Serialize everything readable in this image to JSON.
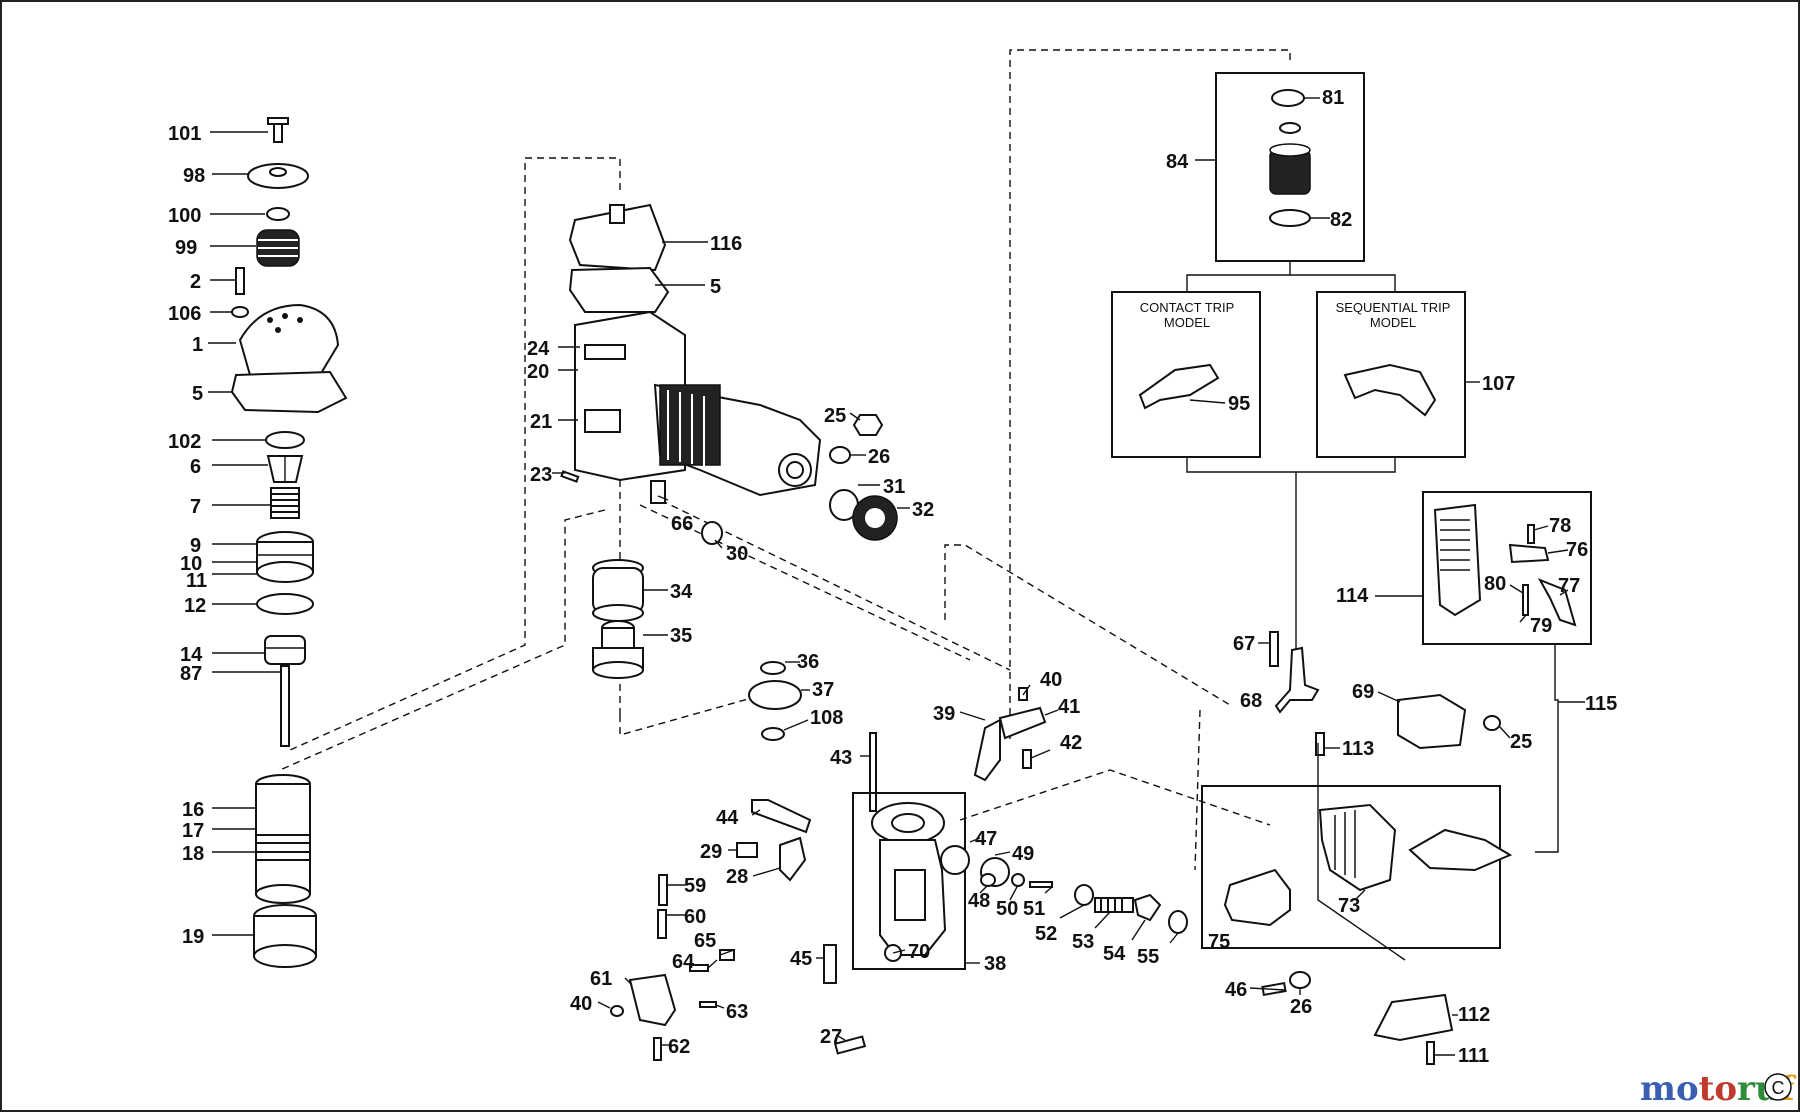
{
  "diagram": {
    "labels": [
      {
        "id": "101",
        "text": "101"
      },
      {
        "id": "98",
        "text": "98"
      },
      {
        "id": "100",
        "text": "100"
      },
      {
        "id": "99",
        "text": "99"
      },
      {
        "id": "2",
        "text": "2"
      },
      {
        "id": "106",
        "text": "106"
      },
      {
        "id": "1",
        "text": "1"
      },
      {
        "id": "5a",
        "text": "5"
      },
      {
        "id": "102",
        "text": "102"
      },
      {
        "id": "6",
        "text": "6"
      },
      {
        "id": "7",
        "text": "7"
      },
      {
        "id": "9",
        "text": "9"
      },
      {
        "id": "10",
        "text": "10"
      },
      {
        "id": "11",
        "text": "11"
      },
      {
        "id": "12",
        "text": "12"
      },
      {
        "id": "14",
        "text": "14"
      },
      {
        "id": "87",
        "text": "87"
      },
      {
        "id": "16",
        "text": "16"
      },
      {
        "id": "17",
        "text": "17"
      },
      {
        "id": "18",
        "text": "18"
      },
      {
        "id": "19",
        "text": "19"
      },
      {
        "id": "116",
        "text": "116"
      },
      {
        "id": "5b",
        "text": "5"
      },
      {
        "id": "24",
        "text": "24"
      },
      {
        "id": "20",
        "text": "20"
      },
      {
        "id": "21",
        "text": "21"
      },
      {
        "id": "23",
        "text": "23"
      },
      {
        "id": "66",
        "text": "66"
      },
      {
        "id": "30",
        "text": "30"
      },
      {
        "id": "25a",
        "text": "25"
      },
      {
        "id": "26a",
        "text": "26"
      },
      {
        "id": "31",
        "text": "31"
      },
      {
        "id": "32",
        "text": "32"
      },
      {
        "id": "34",
        "text": "34"
      },
      {
        "id": "35",
        "text": "35"
      },
      {
        "id": "36",
        "text": "36"
      },
      {
        "id": "37",
        "text": "37"
      },
      {
        "id": "108",
        "text": "108"
      },
      {
        "id": "43",
        "text": "43"
      },
      {
        "id": "44",
        "text": "44"
      },
      {
        "id": "29",
        "text": "29"
      },
      {
        "id": "28",
        "text": "28"
      },
      {
        "id": "59",
        "text": "59"
      },
      {
        "id": "60",
        "text": "60"
      },
      {
        "id": "65",
        "text": "65"
      },
      {
        "id": "64",
        "text": "64"
      },
      {
        "id": "61",
        "text": "61"
      },
      {
        "id": "40a",
        "text": "40"
      },
      {
        "id": "63",
        "text": "63"
      },
      {
        "id": "62",
        "text": "62"
      },
      {
        "id": "45",
        "text": "45"
      },
      {
        "id": "27",
        "text": "27"
      },
      {
        "id": "70",
        "text": "70"
      },
      {
        "id": "38",
        "text": "38"
      },
      {
        "id": "47",
        "text": "47"
      },
      {
        "id": "49",
        "text": "49"
      },
      {
        "id": "48",
        "text": "48"
      },
      {
        "id": "50",
        "text": "50"
      },
      {
        "id": "51",
        "text": "51"
      },
      {
        "id": "52",
        "text": "52"
      },
      {
        "id": "53",
        "text": "53"
      },
      {
        "id": "54",
        "text": "54"
      },
      {
        "id": "55",
        "text": "55"
      },
      {
        "id": "40b",
        "text": "40"
      },
      {
        "id": "41",
        "text": "41"
      },
      {
        "id": "39",
        "text": "39"
      },
      {
        "id": "42",
        "text": "42"
      },
      {
        "id": "81",
        "text": "81"
      },
      {
        "id": "84",
        "text": "84"
      },
      {
        "id": "82",
        "text": "82"
      },
      {
        "id": "95",
        "text": "95"
      },
      {
        "id": "107",
        "text": "107"
      },
      {
        "id": "78",
        "text": "78"
      },
      {
        "id": "76",
        "text": "76"
      },
      {
        "id": "114",
        "text": "114"
      },
      {
        "id": "80",
        "text": "80"
      },
      {
        "id": "77",
        "text": "77"
      },
      {
        "id": "79",
        "text": "79"
      },
      {
        "id": "67",
        "text": "67"
      },
      {
        "id": "68",
        "text": "68"
      },
      {
        "id": "69",
        "text": "69"
      },
      {
        "id": "115",
        "text": "115"
      },
      {
        "id": "113",
        "text": "113"
      },
      {
        "id": "25b",
        "text": "25"
      },
      {
        "id": "73",
        "text": "73"
      },
      {
        "id": "75",
        "text": "75"
      },
      {
        "id": "46",
        "text": "46"
      },
      {
        "id": "26b",
        "text": "26"
      },
      {
        "id": "112",
        "text": "112"
      },
      {
        "id": "111",
        "text": "111"
      }
    ],
    "boxes": {
      "contact_trip": "CONTACT TRIP\nMODEL",
      "sequential_trip": "SEQUENTIAL TRIP\nMODEL"
    }
  },
  "watermark": {
    "text": "motoruf",
    "extra": "C",
    "colors": [
      "#3a5fb0",
      "#c0392b",
      "#2e8b3a",
      "#e0a020"
    ]
  }
}
